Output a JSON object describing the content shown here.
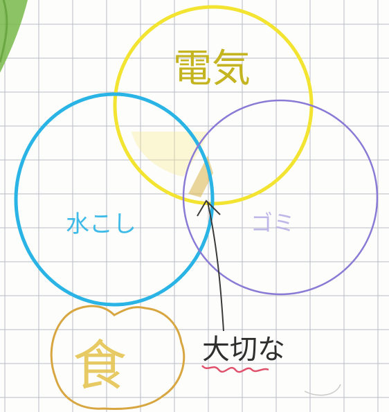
{
  "diagram": {
    "labels": {
      "electricity": "電気",
      "water": "水こし",
      "garbage": "ゴミ",
      "food": "食",
      "important": "大切な"
    },
    "colors": {
      "grid": "#b8bcc4",
      "paper": "#fdfdfb",
      "electricity": "#f2e430",
      "water": "#2ab4e6",
      "garbage": "#8a7ad6",
      "food": "#d8a640",
      "arrow": "#3a3a3a",
      "underline": "#e0506a",
      "leaf": "#78b84a"
    },
    "icons": {
      "leaf": "green-leaf-corner",
      "arrow": "arrow-up"
    }
  }
}
